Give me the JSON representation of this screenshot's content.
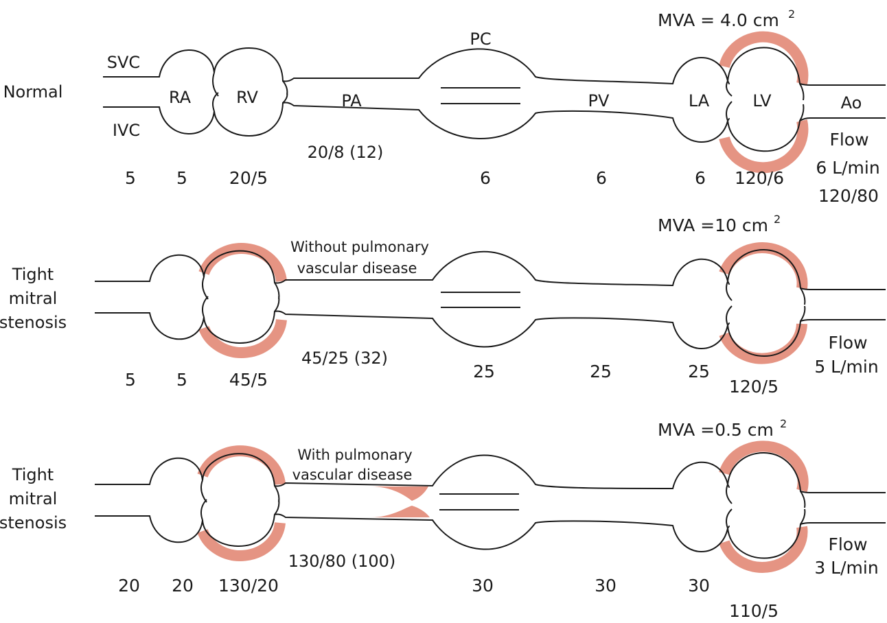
{
  "panels": [
    {
      "row_label": [
        "Normal"
      ],
      "mva": "MVA = 4.0 cm",
      "mva_sup": "2",
      "structures": {
        "svc": "SVC",
        "ivc": "IVC",
        "ra": "RA",
        "rv": "RV",
        "pa": "PA",
        "pc": "PC",
        "pv": "PV",
        "la": "LA",
        "lv": "LV",
        "ao": "Ao"
      },
      "pa_pressure": "20/8 (12)",
      "pressures": [
        "5",
        "5",
        "20/5",
        "6",
        "6",
        "6",
        "120/6"
      ],
      "flow_label": "Flow",
      "flow": "6 L/min",
      "aortic": "120/80"
    },
    {
      "row_label": [
        "Tight",
        "mitral",
        "stenosis"
      ],
      "mva": "MVA =10 cm",
      "mva_sup": "2",
      "note": [
        "Without pulmonary",
        "vascular disease"
      ],
      "pa_pressure": "45/25 (32)",
      "pressures": [
        "5",
        "5",
        "45/5",
        "25",
        "25",
        "25",
        "120/5"
      ],
      "flow_label": "Flow",
      "flow": "5 L/min"
    },
    {
      "row_label": [
        "Tight",
        "mitral",
        "stenosis"
      ],
      "mva": "MVA =0.5 cm",
      "mva_sup": "2",
      "note": [
        "With pulmonary",
        "vascular disease"
      ],
      "pa_pressure": "130/80 (100)",
      "pressures": [
        "20",
        "20",
        "130/20",
        "30",
        "30",
        "30",
        "110/5"
      ],
      "flow_label": "Flow",
      "flow": "3 L/min"
    }
  ],
  "colors": {
    "hypertrophy": "#e59483",
    "outline": "#1a1a1a"
  }
}
